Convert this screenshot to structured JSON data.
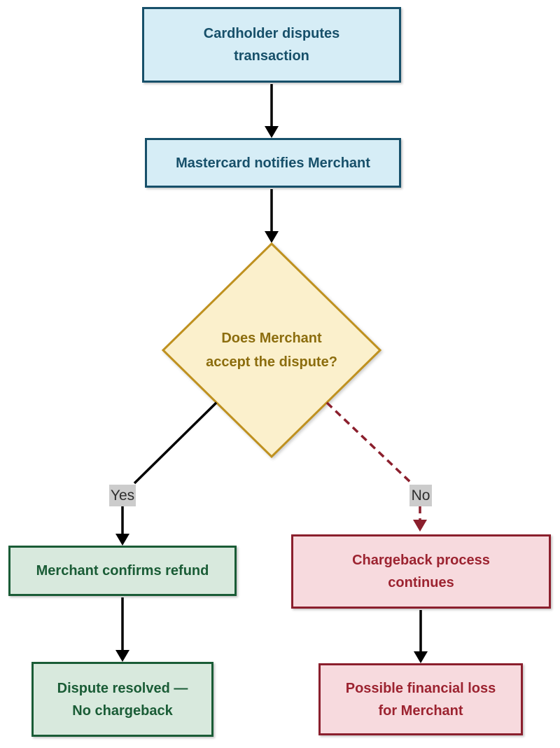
{
  "diagram": {
    "type": "flowchart",
    "topic": "Mastercard dispute / chargeback decision flow"
  },
  "nodes": {
    "cardholder": {
      "label": "Cardholder disputes transaction",
      "shape": "rect",
      "scheme": "blue"
    },
    "notify": {
      "label": "Mastercard notifies Merchant",
      "shape": "rect",
      "scheme": "blue"
    },
    "decision": {
      "label": "Does Merchant accept the dispute?",
      "shape": "diamond",
      "scheme": "yellow"
    },
    "refund": {
      "label": "Merchant confirms refund",
      "shape": "rect",
      "scheme": "green"
    },
    "resolved": {
      "label": "Dispute resolved — No chargeback",
      "shape": "rect",
      "scheme": "green"
    },
    "chargeback": {
      "label": "Chargeback process continues",
      "shape": "rect",
      "scheme": "red"
    },
    "loss": {
      "label": "Possible financial loss for Merchant",
      "shape": "rect",
      "scheme": "red"
    }
  },
  "edges": [
    {
      "from": "cardholder",
      "to": "notify",
      "label": "",
      "style": "solid"
    },
    {
      "from": "notify",
      "to": "decision",
      "label": "",
      "style": "solid"
    },
    {
      "from": "decision",
      "to": "refund",
      "label": "Yes",
      "style": "solid"
    },
    {
      "from": "decision",
      "to": "chargeback",
      "label": "No",
      "style": "dashed"
    },
    {
      "from": "refund",
      "to": "resolved",
      "label": "",
      "style": "solid"
    },
    {
      "from": "chargeback",
      "to": "loss",
      "label": "",
      "style": "solid"
    }
  ],
  "palette": {
    "page": {
      "background": "#ffffff"
    },
    "blue": {
      "fill": "#d6edf6",
      "border": "#17506a",
      "text": "#17506a"
    },
    "yellow": {
      "fill": "#fbf0cc",
      "border": "#bf911f",
      "text": "#8c6d0e"
    },
    "green": {
      "fill": "#d8e9dd",
      "border": "#1a5c36",
      "text": "#1a5c36"
    },
    "red": {
      "fill": "#f7dade",
      "border": "#8b1f2d",
      "text": "#9c2330"
    },
    "label": {
      "fill": "#cccccc",
      "text": "#2e2e2e"
    },
    "edge": {
      "solid": "#000000",
      "dashed": "#8b1f2d"
    }
  }
}
